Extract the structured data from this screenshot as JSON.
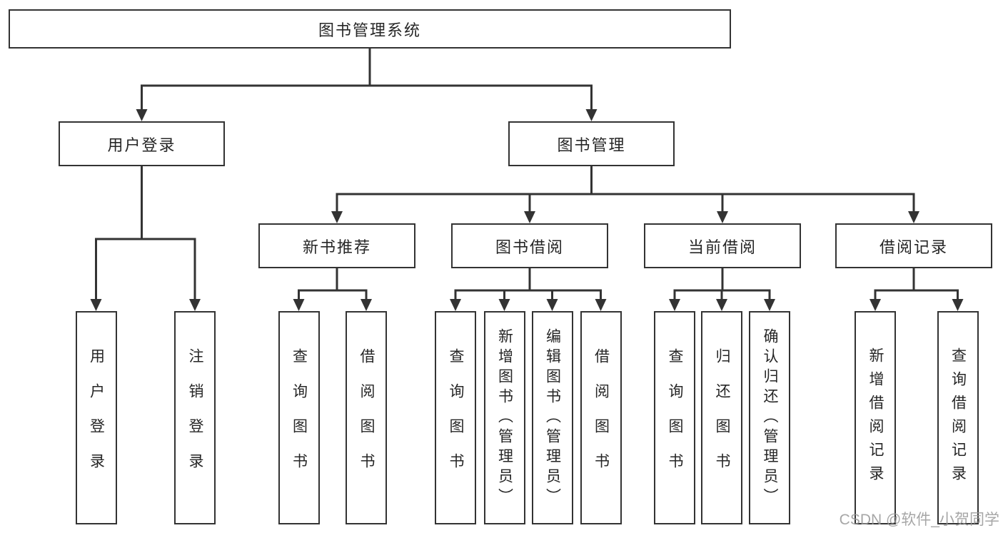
{
  "diagram": {
    "root": {
      "label": "图书管理系统"
    },
    "branches": [
      {
        "label": "用户登录",
        "children": [
          {
            "label": "用户登录"
          },
          {
            "label": "注销登录"
          }
        ]
      },
      {
        "label": "图书管理",
        "children": [
          {
            "label": "新书推荐",
            "children": [
              {
                "label": "查询图书"
              },
              {
                "label": "借阅图书"
              }
            ]
          },
          {
            "label": "图书借阅",
            "children": [
              {
                "label": "查询图书"
              },
              {
                "label": "新增图书（管理员）"
              },
              {
                "label": "编辑图书（管理员）"
              },
              {
                "label": "借阅图书"
              }
            ]
          },
          {
            "label": "当前借阅",
            "children": [
              {
                "label": "查询图书"
              },
              {
                "label": "归还图书"
              },
              {
                "label": "确认归还（管理员）"
              }
            ]
          },
          {
            "label": "借阅记录",
            "children": [
              {
                "label": "新增借阅记录"
              },
              {
                "label": "查询借阅记录"
              }
            ]
          }
        ]
      }
    ],
    "watermark": "CSDN @软件_小贺同学",
    "colors": {
      "line": "#333333",
      "text": "#262626",
      "background": "#ffffff",
      "watermark": "#969696"
    }
  }
}
